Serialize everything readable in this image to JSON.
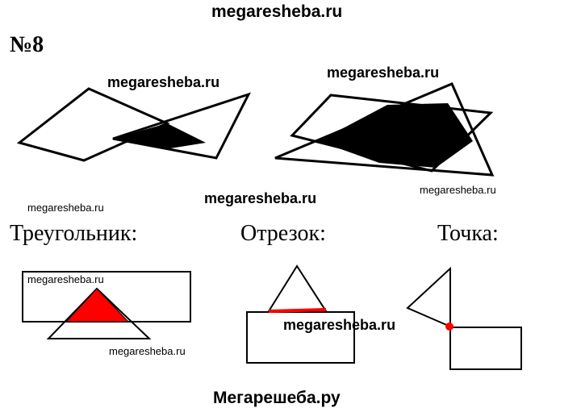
{
  "header": {
    "site": "megaresheba.ru"
  },
  "task": {
    "number": "№8"
  },
  "watermarks": {
    "w1": "megaresheba.ru",
    "w2": "megaresheba.ru",
    "w3": "megaresheba.ru",
    "w4": "megaresheba.ru",
    "w5": "megaresheba.ru",
    "w6": "megaresheba.ru",
    "w7": "megaresheba.ru",
    "w8": "megaresheba.ru"
  },
  "labels": {
    "triangle": "Треугольник:",
    "segment": "Отрезок:",
    "point": "Точка:"
  },
  "footer": {
    "brand": "Мегарешеба.ру"
  },
  "colors": {
    "highlight": "#ff0000",
    "ink": "#000000"
  }
}
